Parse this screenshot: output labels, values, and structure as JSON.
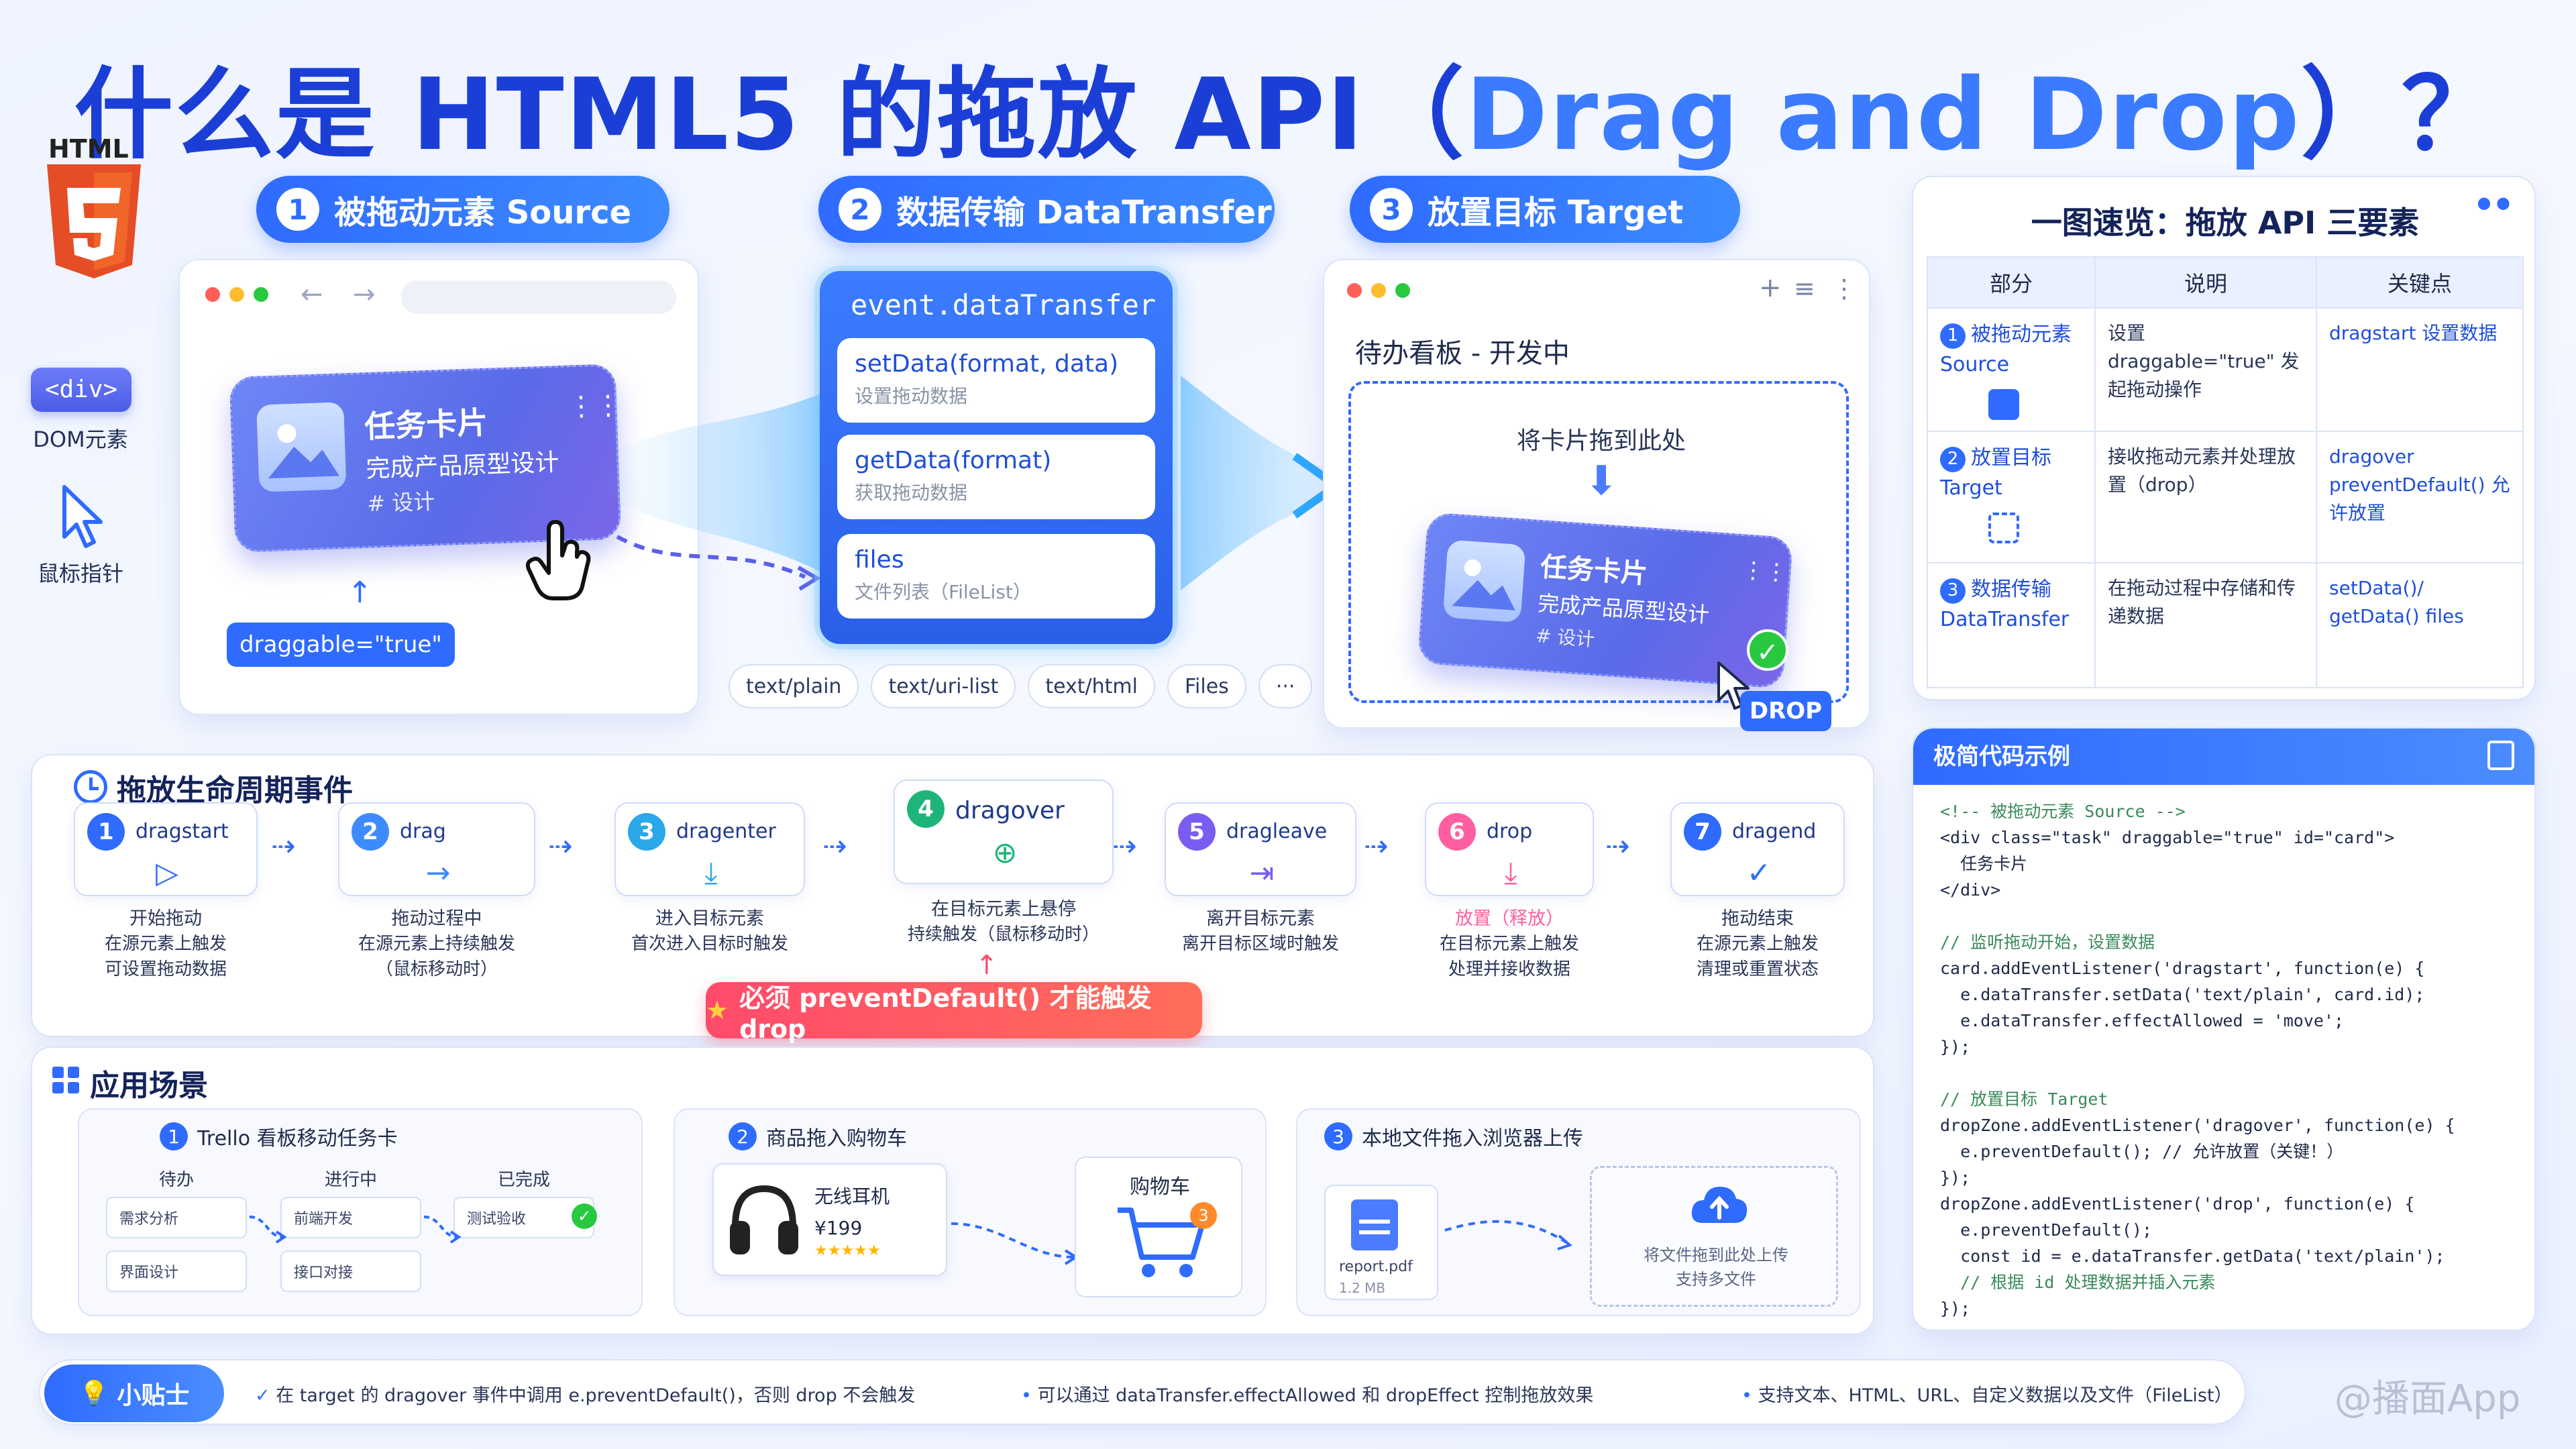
{
  "title": {
    "prefix": "什么是 HTML5 的拖放 API（",
    "accent": "Drag and Drop",
    "suffix": "）？"
  },
  "left": {
    "html5": "HTML",
    "div_chip": "<div>",
    "div_label": "DOM元素",
    "cursor_label": "鼠标指针"
  },
  "steps": [
    {
      "num": "1",
      "label": "被拖动元素 Source"
    },
    {
      "num": "2",
      "label": "数据传输 DataTransfer"
    },
    {
      "num": "3",
      "label": "放置目标 Target"
    }
  ],
  "source": {
    "card_title": "任务卡片",
    "card_sub": "完成产品原型设计",
    "card_tag": "# 设计",
    "draggable": "draggable=\"true\""
  },
  "datatransfer": {
    "head": "event.dataTransfer",
    "items": [
      {
        "method": "setData(format, data)",
        "desc": "设置拖动数据"
      },
      {
        "method": "getData(format)",
        "desc": "获取拖动数据"
      },
      {
        "method": "files",
        "desc": "文件列表（FileList）"
      }
    ],
    "mimes": [
      "text/plain",
      "text/uri-list",
      "text/html",
      "Files",
      "···"
    ]
  },
  "target": {
    "board_title": "待办看板 - 开发中",
    "hint": "将卡片拖到此处",
    "card_title": "任务卡片",
    "card_sub": "完成产品原型设计",
    "card_tag": "# 设计",
    "drop_badge": "DROP"
  },
  "summary": {
    "title": "一图速览：拖放 API 三要素",
    "headers": [
      "部分",
      "说明",
      "关键点"
    ],
    "rows": [
      {
        "num": "1",
        "part": "被拖动元素 Source",
        "desc": "设置 draggable=\"true\" 发起拖动操作",
        "key": "dragstart 设置数据"
      },
      {
        "num": "2",
        "part": "放置目标 Target",
        "desc": "接收拖动元素并处理放置（drop）",
        "key": "dragover preventDefault() 允许放置"
      },
      {
        "num": "3",
        "part": "数据传输 DataTransfer",
        "desc": "在拖动过程中存储和传递数据",
        "key": "setData()/ getData() files"
      }
    ]
  },
  "code": {
    "title": "极简代码示例",
    "lines": [
      "<!-- 被拖动元素 Source -->",
      "<div class=\"task\" draggable=\"true\" id=\"card\">",
      "  任务卡片",
      "</div>",
      "",
      "// 监听拖动开始，设置数据",
      "card.addEventListener('dragstart', function(e) {",
      "  e.dataTransfer.setData('text/plain', card.id);",
      "  e.dataTransfer.effectAllowed = 'move';",
      "});",
      "",
      "// 放置目标 Target",
      "dropZone.addEventListener('dragover', function(e) {",
      "  e.preventDefault(); // 允许放置（关键！）",
      "});",
      "dropZone.addEventListener('drop', function(e) {",
      "  e.preventDefault();",
      "  const id = e.dataTransfer.getData('text/plain');",
      "  // 根据 id 处理数据并插入元素",
      "});"
    ]
  },
  "lifecycle": {
    "title": "拖放生命周期事件",
    "events": [
      {
        "num": "1",
        "name": "dragstart",
        "title": "开始拖动",
        "desc1": "在源元素上触发",
        "desc2": "可设置拖动数据",
        "color": "#2f6bff"
      },
      {
        "num": "2",
        "name": "drag",
        "title": "拖动过程中",
        "desc1": "在源元素上持续触发",
        "desc2": "（鼠标移动时）",
        "color": "#3d8bff"
      },
      {
        "num": "3",
        "name": "dragenter",
        "title": "进入目标元素",
        "desc1": "首次进入目标时触发",
        "desc2": "",
        "color": "#2aa8e8"
      },
      {
        "num": "4",
        "name": "dragover",
        "title": "在目标元素上悬停",
        "desc1": "持续触发（鼠标移动时）",
        "desc2": "",
        "color": "#1fb57a"
      },
      {
        "num": "5",
        "name": "dragleave",
        "title": "离开目标元素",
        "desc1": "离开目标区域时触发",
        "desc2": "",
        "color": "#7b5cf0"
      },
      {
        "num": "6",
        "name": "drop",
        "title": "放置（释放）",
        "desc1": "在目标元素上触发",
        "desc2": "处理并接收数据",
        "color": "#ff5ea0"
      },
      {
        "num": "7",
        "name": "dragend",
        "title": "拖动结束",
        "desc1": "在源元素上触发",
        "desc2": "清理或重置状态",
        "color": "#2f6bff"
      }
    ],
    "warning": "必须 preventDefault() 才能触发 drop"
  },
  "scenarios": {
    "title": "应用场景",
    "items": [
      {
        "num": "1",
        "title": "Trello 看板移动任务卡"
      },
      {
        "num": "2",
        "title": "商品拖入购物车"
      },
      {
        "num": "3",
        "title": "本地文件拖入浏览器上传"
      }
    ],
    "kanban": {
      "cols": [
        "待办",
        "进行中",
        "已完成"
      ],
      "cards": [
        "需求分析",
        "界面设计",
        "前端开发",
        "接口对接",
        "测试验收"
      ]
    },
    "cart": {
      "product": "无线耳机",
      "price": "¥199",
      "stars": "★★★★★",
      "cart_label": "购物车",
      "count": "3"
    },
    "upload": {
      "file": "report.pdf",
      "size": "1.2 MB",
      "hint1": "将文件拖到此处上传",
      "hint2": "支持多文件"
    }
  },
  "tips": {
    "badge": "小贴士",
    "items": [
      "在 target 的 dragover 事件中调用 e.preventDefault()，否则 drop 不会触发",
      "可以通过 dataTransfer.effectAllowed 和 dropEffect 控制拖放效果",
      "支持文本、HTML、URL、自定义数据以及文件（FileList）"
    ]
  },
  "watermark": "@播面App",
  "colors": {
    "primary": "#2f6bff",
    "dark": "#1b3fd6",
    "warn": "#ff4b6b",
    "success": "#28c840"
  }
}
